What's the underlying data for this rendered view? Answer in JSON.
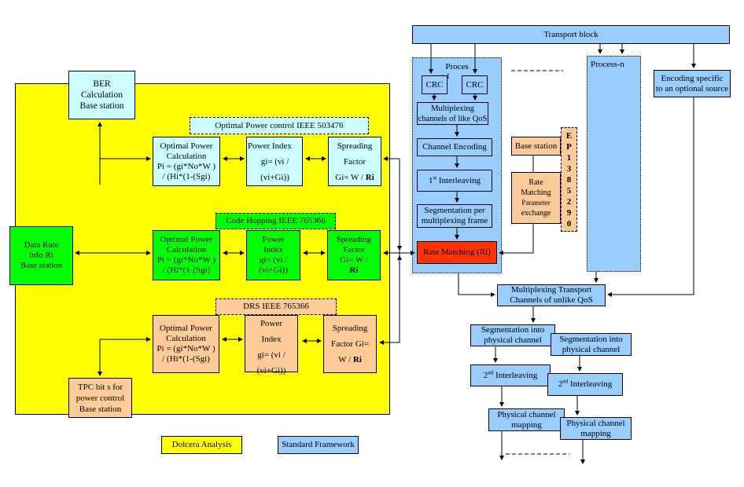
{
  "left_panel": {
    "ber": [
      "BER",
      "Calculation",
      "Base station"
    ],
    "data_rate": [
      "Data Rate",
      "info Ri",
      "Base station"
    ],
    "tpc": [
      "TPC bit s for",
      "power  control",
      "Base station"
    ],
    "group1": {
      "label": "Optimal Power control IEEE 503476",
      "calc": [
        "Optimal Power",
        "Calculation",
        "Pi = (gi*No*W )",
        "/ (Hi*(1-(Sgi)"
      ],
      "index": [
        "Power Index",
        "gi= (vi /",
        "(vi+Gi))"
      ],
      "spread": [
        "Spreading",
        "Factor",
        "Gi=  W / ",
        "Ri"
      ]
    },
    "group2": {
      "label": "Code Hopping IEEE 765366",
      "calc": [
        "Optimal Power",
        "Calculation",
        "Pi = (gi*No*W )",
        "/ (Hi*(1-(Sgi)"
      ],
      "index": [
        "Power",
        "Index",
        "gi= (vi /",
        "(vi+Gi))"
      ],
      "spread": [
        "Spreading",
        "Factor",
        "Gi=  W /",
        "Ri"
      ]
    },
    "group3": {
      "label": "DRS IEEE 765366",
      "calc": [
        "Optimal Power",
        "Calculation",
        "Pi = (gi*No*W )",
        "/ (Hi*(1-(Sgi)"
      ],
      "index": [
        "Power",
        "Index",
        "gi= (vi /",
        "(vi+Gi))"
      ],
      "spread": [
        "Spreading",
        "Factor Gi=",
        "W / ",
        "Ri"
      ]
    }
  },
  "right_panel": {
    "transport_block": "Transport block",
    "process1": {
      "label": "Proces",
      "label_suffix": "s-1",
      "crc1": "CRC",
      "crc2": "CRC",
      "multiplexing": [
        "Multiplexing",
        "channels of like QoS"
      ],
      "channel_encoding": "Channel Encoding",
      "interleaving_pre": "1",
      "interleaving_sup": "st",
      "interleaving_post": " Interleaving",
      "segmentation": [
        "Segmentation per",
        "multiplexing frame"
      ],
      "rate_matching": "Rate Matching (Ri)"
    },
    "process_n": "Process-n",
    "encoding_specific": [
      "Encoding specific",
      "to an optional source"
    ],
    "base_station": "Base station",
    "rate_matching_param": [
      "Rate",
      "Matching",
      "Parameter",
      "exchange"
    ],
    "patent_chars": [
      "E",
      "P",
      "1",
      "3",
      "8",
      "5",
      "2",
      "9",
      "0"
    ],
    "mux_transport": [
      "Multiplexing Transport",
      "Channels of unlike QoS"
    ],
    "seg_phys_1": [
      "Segmentation into",
      "physical channel"
    ],
    "seg_phys_2": [
      "Segmentation into",
      "physical channel"
    ],
    "interleave2_1_pre": "2",
    "interleave2_1_sup": "nd",
    "interleave2_1_post": " Interleaving",
    "interleave2_2_pre": "2",
    "interleave2_2_sup": "nd",
    "interleave2_2_post": " Interleaving",
    "phys_map_1": [
      "Physical channel",
      "mapping"
    ],
    "phys_map_2": [
      "Physical channel",
      "mapping"
    ]
  },
  "legend": {
    "dolcera": "Dolcera Analysis",
    "standard": "Standard Framework"
  },
  "colors": {
    "dolcera": "#ffff00",
    "standard": "#99ccff",
    "patent1": "#ccffff",
    "patent2": "#00ff00",
    "patent3": "#ffcc99",
    "rate_matching": "#ff3300"
  }
}
